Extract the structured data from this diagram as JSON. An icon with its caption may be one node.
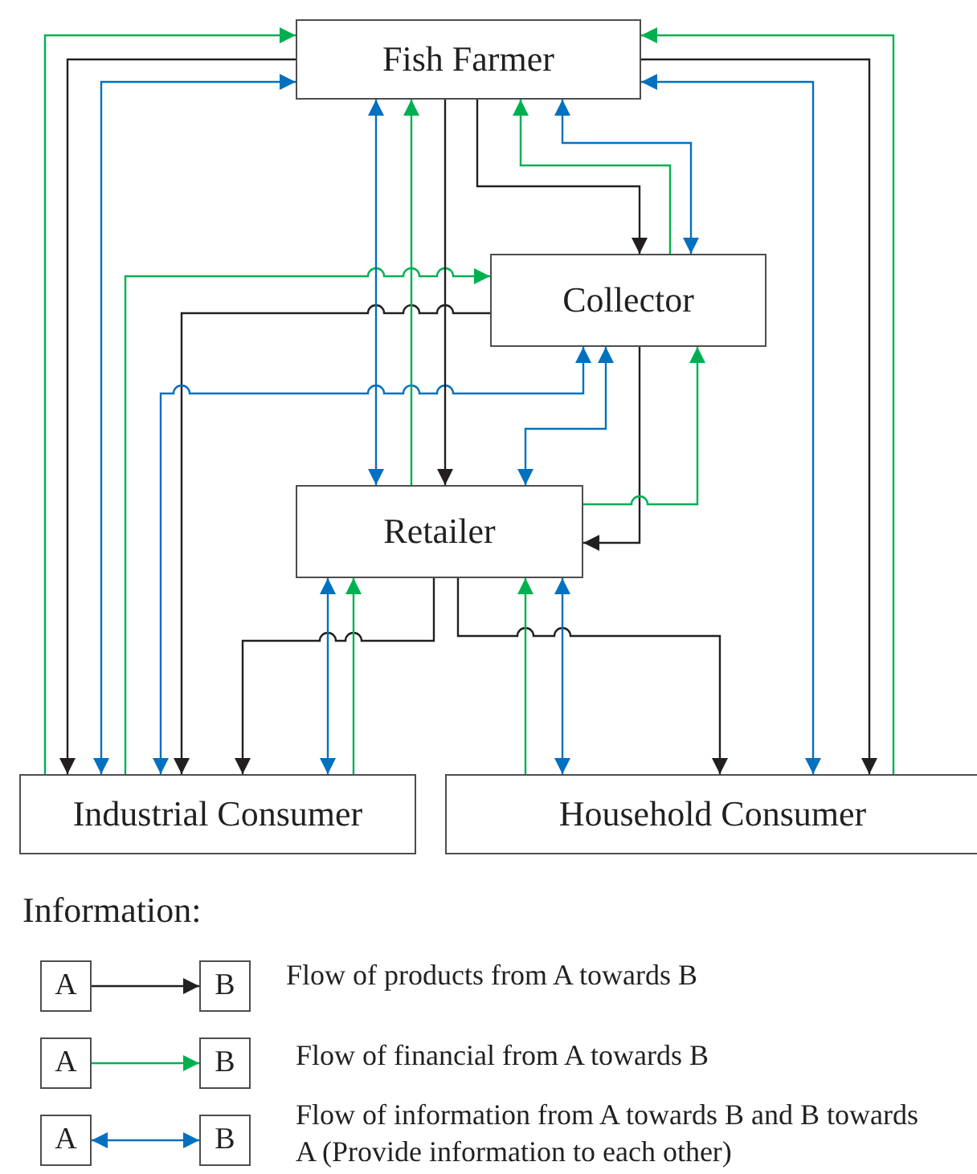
{
  "diagram": {
    "nodes": [
      {
        "text": [
          "Fish Farmer"
        ]
      },
      {
        "text": [
          "Collector"
        ]
      },
      {
        "text": [
          "Retailer"
        ]
      },
      {
        "text": [
          "Industrial Consumer"
        ]
      },
      {
        "text": [
          "Household Consumer"
        ]
      },
      {
        "text": [
          "A"
        ]
      },
      {
        "text": [
          "B"
        ]
      },
      {
        "text": [
          "A"
        ]
      },
      {
        "text": [
          "B"
        ]
      },
      {
        "text": [
          "A"
        ]
      },
      {
        "text": [
          "B"
        ]
      }
    ],
    "edges": [
      {
        "from": 3,
        "to": 0,
        "arrow": "to",
        "color": "#00b050"
      },
      {
        "from": 0,
        "to": 3,
        "arrow": "to",
        "color": "#231f20"
      },
      {
        "from": 0,
        "to": 3,
        "arrow": "both",
        "color": "#0070c0"
      },
      {
        "from": 3,
        "to": 1,
        "arrow": "to",
        "color": "#00b050"
      },
      {
        "from": 1,
        "to": 3,
        "arrow": "to",
        "color": "#231f20"
      },
      {
        "from": 1,
        "to": 3,
        "arrow": "both",
        "color": "#0070c0"
      },
      {
        "from": 4,
        "to": 0,
        "arrow": "to",
        "color": "#00b050"
      },
      {
        "from": 0,
        "to": 4,
        "arrow": "to",
        "color": "#231f20"
      },
      {
        "from": 0,
        "to": 4,
        "arrow": "both",
        "color": "#0070c0"
      },
      {
        "from": 0,
        "to": 2,
        "arrow": "both",
        "color": "#0070c0"
      },
      {
        "from": 2,
        "to": 0,
        "arrow": "to",
        "color": "#00b050"
      },
      {
        "from": 0,
        "to": 2,
        "arrow": "to",
        "color": "#231f20"
      },
      {
        "from": 0,
        "to": 1,
        "arrow": "to",
        "color": "#231f20"
      },
      {
        "from": 1,
        "to": 0,
        "arrow": "to",
        "color": "#00b050"
      },
      {
        "from": 0,
        "to": 1,
        "arrow": "both",
        "color": "#0070c0"
      },
      {
        "from": 1,
        "to": 2,
        "arrow": "both",
        "color": "#0070c0"
      },
      {
        "from": 1,
        "to": 2,
        "arrow": "to",
        "color": "#231f20"
      },
      {
        "from": 2,
        "to": 1,
        "arrow": "to",
        "color": "#00b050"
      },
      {
        "from": 2,
        "to": 3,
        "arrow": "to",
        "color": "#231f20"
      },
      {
        "from": 2,
        "to": 3,
        "arrow": "both",
        "color": "#0070c0"
      },
      {
        "from": 3,
        "to": 2,
        "arrow": "to",
        "color": "#00b050"
      },
      {
        "from": 2,
        "to": 4,
        "arrow": "to",
        "color": "#231f20"
      },
      {
        "from": 4,
        "to": 2,
        "arrow": "to",
        "color": "#00b050"
      },
      {
        "from": 2,
        "to": 4,
        "arrow": "both",
        "color": "#0070c0"
      },
      {
        "from": 5,
        "to": 6,
        "arrow": "to",
        "color": "#231f20"
      },
      {
        "from": 7,
        "to": 8,
        "arrow": "to",
        "color": "#00b050"
      },
      {
        "from": 9,
        "to": 10,
        "arrow": "both",
        "color": "#0070c0"
      }
    ],
    "labels": [
      "Information:",
      "Flow of products from A towards B",
      "Flow of financial from A towards B",
      "Flow of information from A towards B and B towards A (Provide information to each other)"
    ]
  }
}
